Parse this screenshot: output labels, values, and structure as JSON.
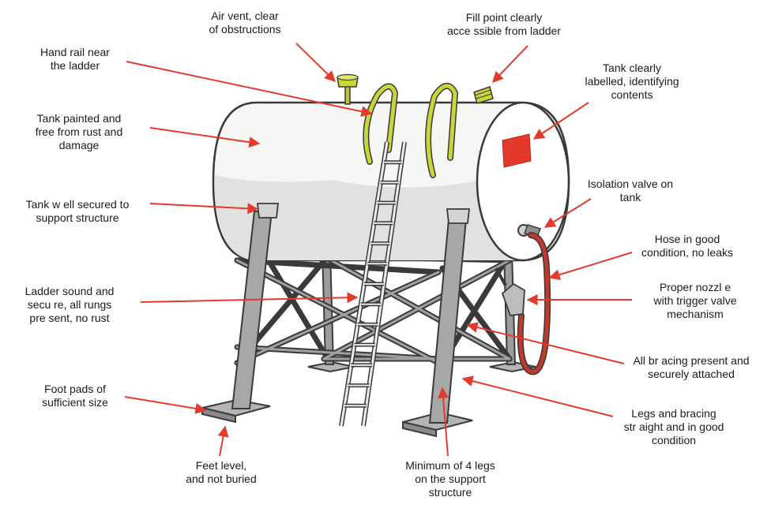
{
  "colors": {
    "arrow": "#e23a2c",
    "rail": "#c9d63a",
    "steel": "#9a9a9a",
    "steel_dark": "#4a4a4a",
    "tank": "#f4f4f2",
    "label": "#e53a2a",
    "hose": "#c0392b"
  },
  "labels": {
    "air_vent": "Air vent, clear\nof obstructions",
    "fill_point": "Fill point clearly\nacce ssible from ladder",
    "hand_rail": "Hand rail near\nthe ladder",
    "tank_labelled": "Tank clearly\nlabelled, identifying\ncontents",
    "tank_painted": "Tank painted and\nfree from rust and\ndamage",
    "tank_secured": "Tank w ell secured to\nsupport structure",
    "isolation_valve": "Isolation valve on\ntank",
    "hose": "Hose in good\ncondition, no leaks",
    "ladder": "Ladder sound and\nsecu re, all rungs\npre sent, no rust",
    "nozzle": "Proper nozzl e\nwith trigger valve\nmechanism",
    "bracing": "All br acing present and\nsecurely attached",
    "foot_pads": "Foot pads of\nsufficient size",
    "legs_straight": "Legs and bracing\nstr aight and in good\ncondition",
    "feet_level": "Feet level,\nand not buried",
    "min_legs": "Minimum of 4 legs\non the support\nstructure"
  }
}
